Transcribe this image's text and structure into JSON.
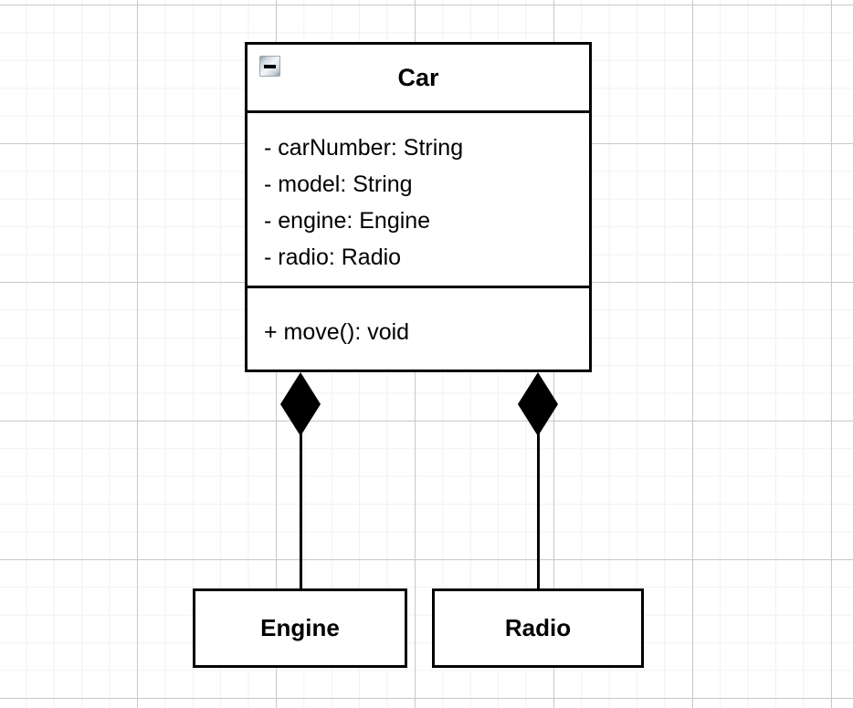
{
  "diagram": {
    "type": "uml-class-diagram",
    "notation": "composition",
    "background": "#ffffff",
    "grid_major_color": "#c9c9c9",
    "grid_minor_color": "#f1f1f1",
    "stroke_color": "#000000"
  },
  "classes": {
    "car": {
      "name": "Car",
      "collapse_icon": "minus-icon",
      "collapse_icon_label": "−",
      "attributes": [
        "- carNumber: String",
        "- model: String",
        "- engine: Engine",
        "- radio: Radio"
      ],
      "methods": [
        "+ move(): void"
      ]
    },
    "engine": {
      "name": "Engine"
    },
    "radio": {
      "name": "Radio"
    }
  },
  "relationships": [
    {
      "kind": "composition",
      "from": "Car",
      "to": "Engine",
      "diamond_end": "Car",
      "diamond_filled": true
    },
    {
      "kind": "composition",
      "from": "Car",
      "to": "Radio",
      "diamond_end": "Car",
      "diamond_filled": true
    }
  ]
}
